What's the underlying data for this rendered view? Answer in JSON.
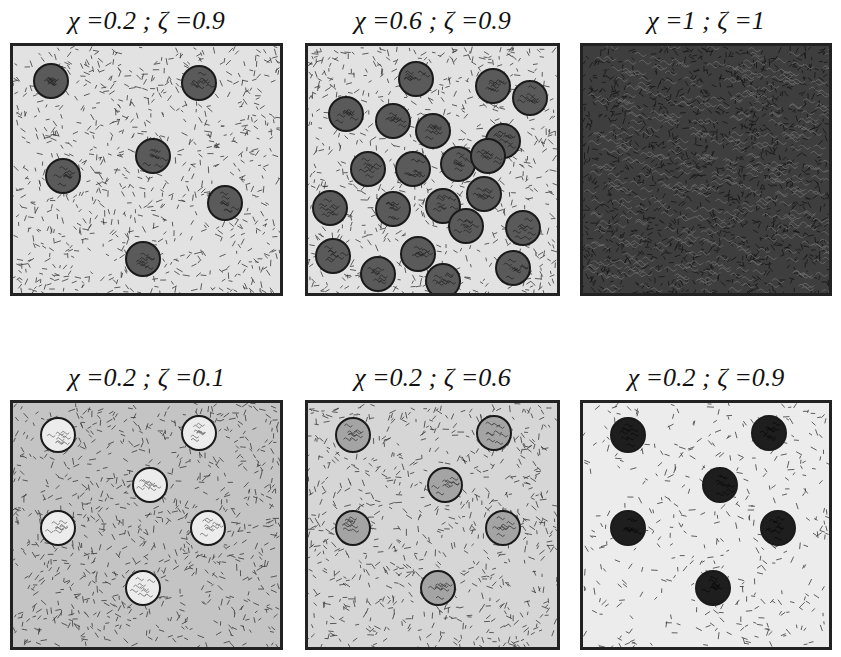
{
  "diagram": {
    "nodes": [
      {
        "text": [
          "χ =0.2 ; ζ =0.9"
        ]
      },
      {
        "text": [
          "χ =0.6 ; ζ =0.9"
        ]
      },
      {
        "text": [
          "χ =1 ; ζ =1"
        ]
      },
      {
        "text": [
          "χ =0.2 ; ζ =0.1"
        ]
      },
      {
        "text": [
          "χ =0.2 ; ζ =0.6"
        ]
      },
      {
        "text": [
          "χ =0.2 ; ζ =0.9"
        ]
      }
    ]
  }
}
